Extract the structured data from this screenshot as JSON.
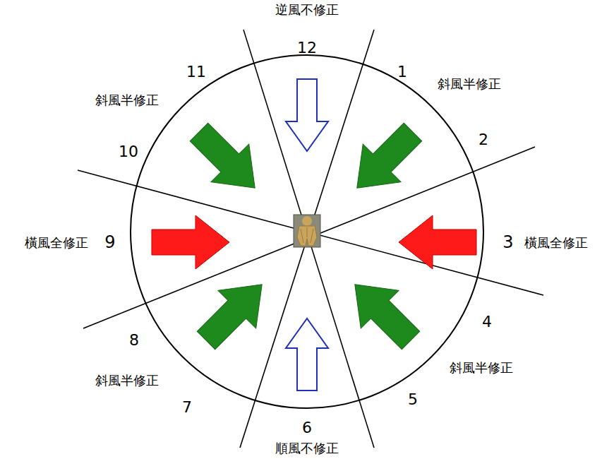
{
  "diagram": {
    "labels": [
      "逆風不修正",
      "12",
      "11",
      "1",
      "斜風半修正",
      "斜風半修正",
      "10",
      "2",
      "橫風全修正",
      "9",
      "3",
      "橫風全修正",
      "8",
      "4",
      "斜風半修正",
      "斜風半修正",
      "7",
      "5",
      "6",
      "順風不修正"
    ]
  }
}
